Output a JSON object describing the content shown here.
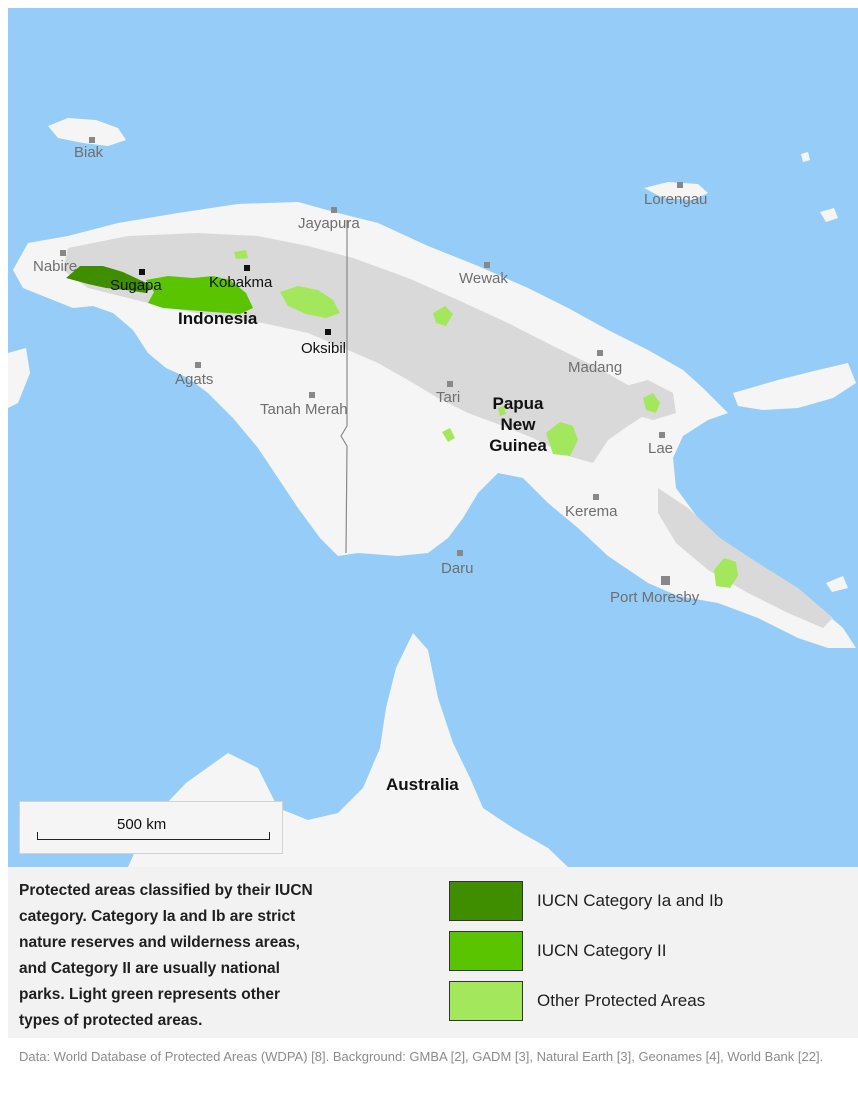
{
  "map": {
    "places": {
      "biak": "Biak",
      "lorengau": "Lorengau",
      "jayapura": "Jayapura",
      "nabire": "Nabire",
      "sugapa": "Sugapa",
      "kobakma": "Kobakma",
      "wewak": "Wewak",
      "oksibil": "Oksibil",
      "agats": "Agats",
      "madang": "Madang",
      "tanah_merah": "Tanah Merah",
      "tari": "Tari",
      "lae": "Lae",
      "kerema": "Kerema",
      "daru": "Daru",
      "port_moresby": "Port Moresby"
    },
    "countries": {
      "indonesia": "Indonesia",
      "png_line1": "Papua",
      "png_line2": "New",
      "png_line3": "Guinea",
      "australia": "Australia"
    },
    "scale_label": "500 km",
    "colors": {
      "water": "#95cdf8",
      "land": "#f5f5f5",
      "mountains": "#d9d9d9",
      "category_ia_ib": "#3f8e00",
      "category_ii": "#5bc400",
      "other": "#a3e85c"
    }
  },
  "legend": {
    "description": "Protected areas classified by their IUCN category. Category Ia and Ib are strict nature reserves and wilderness areas, and Category II are usually national parks. Light green represents other types of protected areas.",
    "items": [
      {
        "label": "IUCN Category Ia and Ib",
        "color": "#3f8e00"
      },
      {
        "label": "IUCN Category II",
        "color": "#5bc400"
      },
      {
        "label": "Other Protected Areas",
        "color": "#a3e85c"
      }
    ]
  },
  "source": "Data: World Database of Protected Areas (WDPA) [8]. Background: GMBA [2], GADM [3], Natural Earth [3], Geonames [4], World Bank [22]."
}
